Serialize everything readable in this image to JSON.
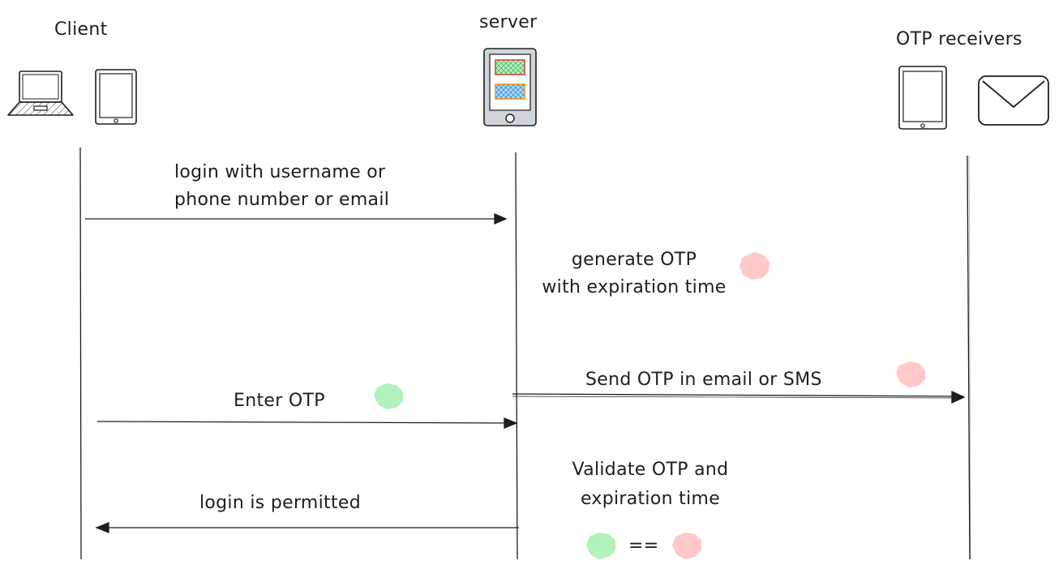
{
  "actors": {
    "client": "Client",
    "server": "server",
    "receivers": "OTP receivers"
  },
  "messages": {
    "login_line1": "login with username or",
    "login_line2": "phone number or email",
    "generate_line1": "generate OTP",
    "generate_line2": "with expiration time",
    "send": "Send OTP in email or SMS",
    "enter": "Enter OTP",
    "validate_line1": "Validate OTP and",
    "validate_line2": "expiration time",
    "equals": "==",
    "permitted": "login is permitted"
  },
  "colors": {
    "ink": "#1e1e1e",
    "otp_generated": "#ffc9c9",
    "otp_entered": "#b2f2bb",
    "server_block_top": "#b2f2bb",
    "server_block_bottom": "#a5d8ff",
    "server_block_top_border": "#e03131",
    "server_block_bottom_border": "#f08c00"
  },
  "icons": {
    "client": [
      "laptop-icon",
      "tablet-icon"
    ],
    "server": "server-device-icon",
    "receivers": [
      "phone-icon",
      "envelope-icon"
    ]
  }
}
